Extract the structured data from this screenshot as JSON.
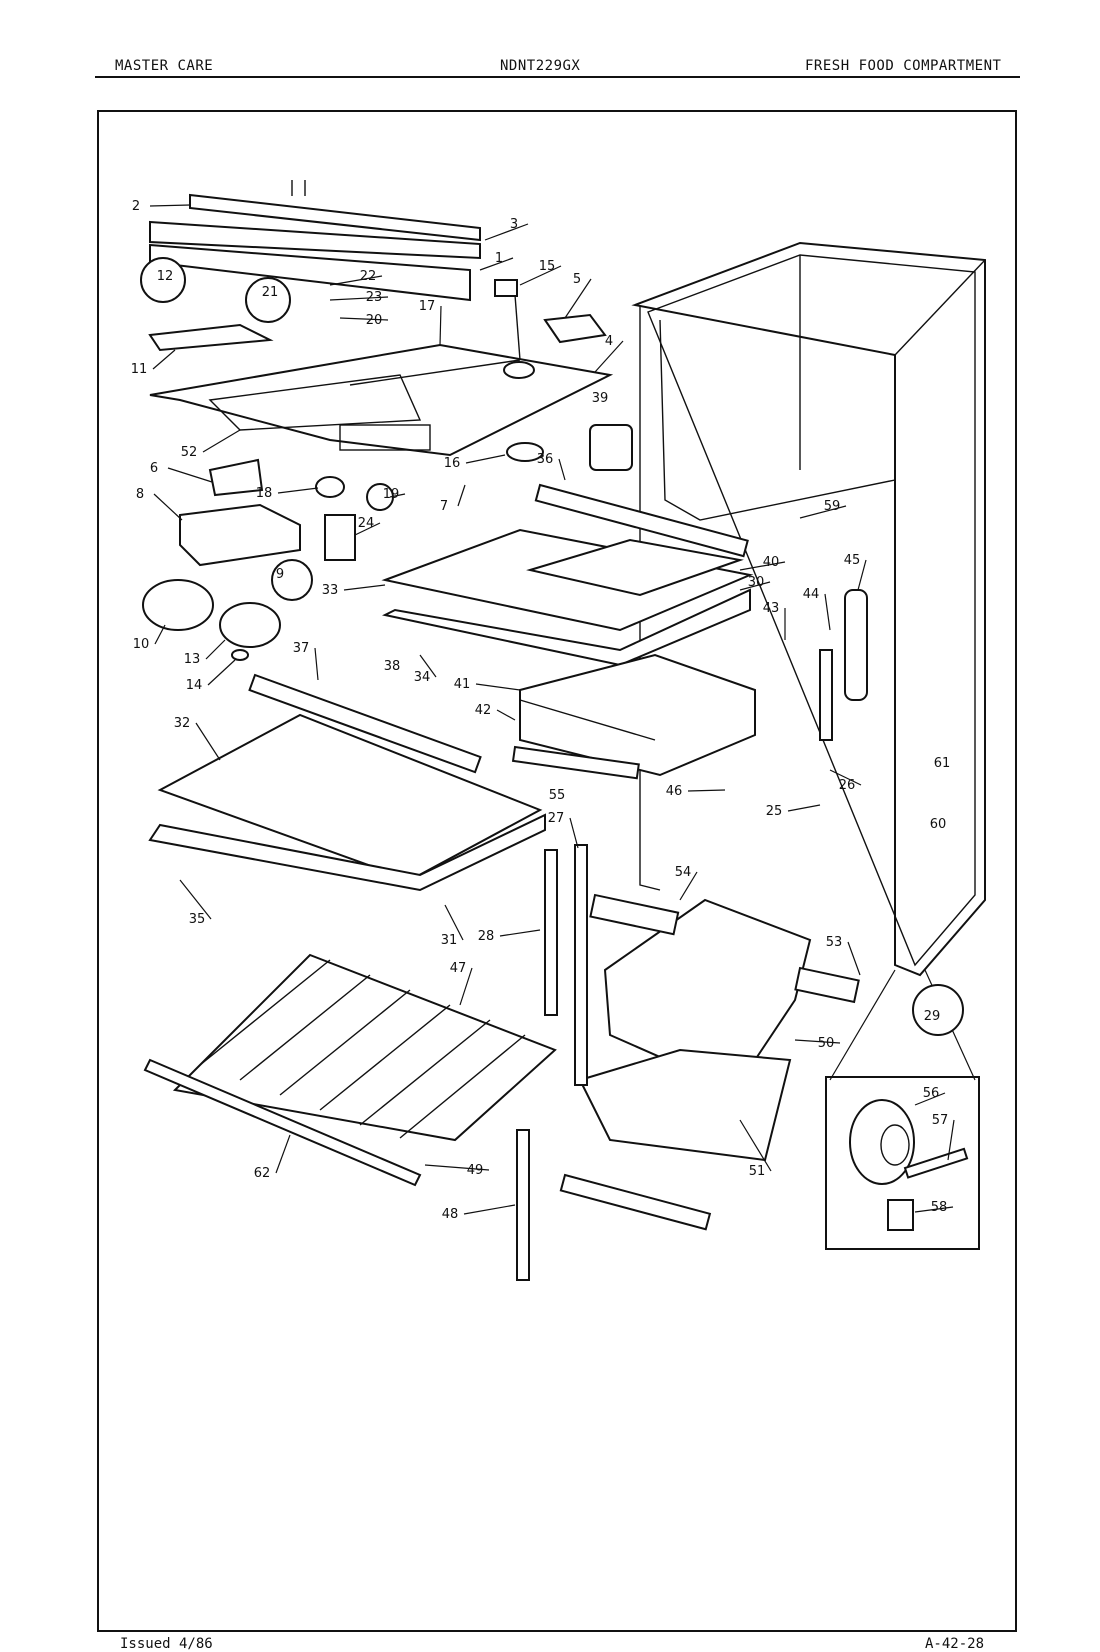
{
  "header": {
    "left": "MASTER CARE",
    "center": "NDNT229GX",
    "right": "FRESH FOOD COMPARTMENT"
  },
  "footer": {
    "issued": "Issued 4/86",
    "page": "A-42-28"
  },
  "callouts": [
    "1",
    "2",
    "3",
    "4",
    "5",
    "6",
    "7",
    "8",
    "9",
    "10",
    "11",
    "12",
    "13",
    "14",
    "15",
    "16",
    "17",
    "18",
    "19",
    "20",
    "21",
    "22",
    "23",
    "24",
    "25",
    "26",
    "27",
    "28",
    "29",
    "30",
    "31",
    "32",
    "33",
    "34",
    "35",
    "36",
    "37",
    "38",
    "39",
    "40",
    "41",
    "42",
    "43",
    "44",
    "45",
    "46",
    "47",
    "48",
    "49",
    "50",
    "51",
    "52",
    "53",
    "54",
    "55",
    "56",
    "57",
    "58",
    "59",
    "60",
    "61",
    "62"
  ]
}
